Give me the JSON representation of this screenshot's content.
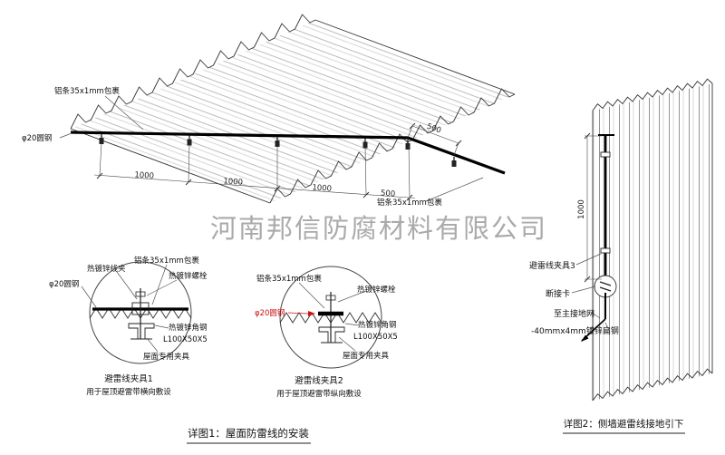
{
  "watermark": "河南邦信防腐材料有限公司",
  "roof": {
    "label_aluminum_top": "铝条35x1mm包裹",
    "label_round_steel": "φ20圆钢",
    "label_aluminum_bottom": "铝条35x1mm包裹",
    "dims": [
      "1000",
      "1000",
      "1000",
      "500"
    ],
    "dim_right": "500"
  },
  "detail1": {
    "label_wire_clamp": "热镀锌线夹",
    "label_aluminum": "铝条35x1mm包裹",
    "label_bolt": "热镀锌螺栓",
    "label_round_steel": "φ20圆钢",
    "label_angle_steel": "热镀锌角钢",
    "label_angle_size": "L100X50X5",
    "label_roof_clamp": "屋面专用夹具",
    "title": "避雷线夹具1",
    "subtitle": "用于屋顶避雷带横向敷设"
  },
  "detail2": {
    "label_aluminum": "铝条35x1mm包裹",
    "label_bolt": "热镀锌螺栓",
    "label_round_steel": "φ20圆钢",
    "label_angle_steel": "热镀锌角钢",
    "label_angle_size": "L100X50X5",
    "label_roof_clamp": "屋面专用夹具",
    "title": "避雷线夹具2",
    "subtitle": "用于屋顶避雷带纵向敷设"
  },
  "wall": {
    "dim": "1000",
    "label_clamp3": "避雷线夹具3",
    "label_disconnect": "断接卡",
    "label_to_ground": "至主接地网",
    "label_flat_steel": "-40mmx4mm镀锌扁钢"
  },
  "captions": {
    "c1": "详图1：屋面防雷线的安装",
    "c2": "详图2：侧墙避雷线接地引下"
  },
  "colors": {
    "line": "#333333",
    "accent_red": "#cc1111",
    "watermark": "#8a8a8a"
  }
}
